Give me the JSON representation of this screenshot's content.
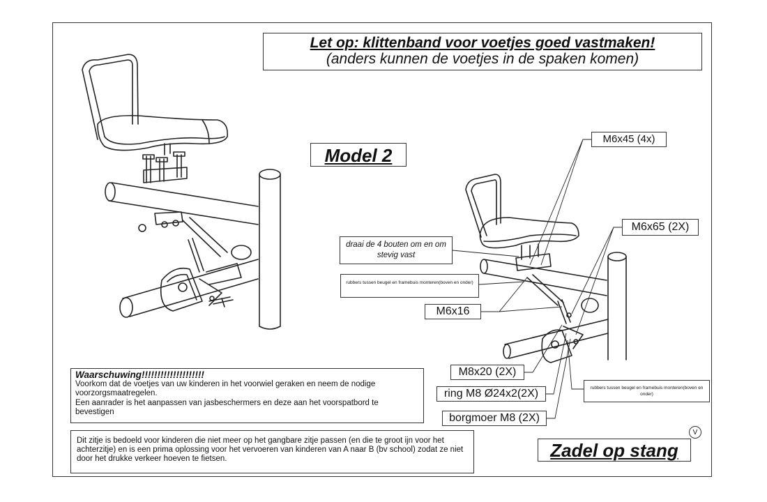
{
  "heading": {
    "main": "Let op: klittenband voor voetjes goed vastmaken!",
    "sub": "(anders kunnen de voetjes in de spaken komen)"
  },
  "model_label": "Model 2",
  "parts": {
    "m6x45": "M6x45 (4x)",
    "m6x65": "M6x65 (2X)",
    "m6x16": "M6x16",
    "m8x20": "M8x20 (2X)",
    "ring": "ring M8 Ø24x2(2X)",
    "borgmoer": "borgmoer M8 (2X)"
  },
  "instructions": {
    "bolts": "draai de 4 bouten om en om stevig vast",
    "rubbers_top": "rubbers tussen beugel en framebuis monteren(boven en onder)",
    "rubbers_bottom": "rubbers tussen beugel en framebuis monteren(boven en onder)"
  },
  "warning": {
    "title": "Waarschuwing!!!!!!!!!!!!!!!!!!!!",
    "line1": "Voorkom dat de voetjes van uw kinderen in het voorwiel geraken en neem de nodige voorzorgsmaatregelen.",
    "line2": "Een aanrader is het aanpassen van jasbeschermers en deze aan het voorspatbord te bevestigen"
  },
  "note": "Dit zitje is bedoeld voor kinderen die niet meer op het gangbare zitje passen (en die te groot ijn voor het achterzitje) en is een prima oplossing voor het vervoeren van kinderen van A naar B (bv school) zodat ze niet door het drukke verkeer hoeven te fietsen.",
  "title": "Zadel op stang",
  "mark": "V"
}
